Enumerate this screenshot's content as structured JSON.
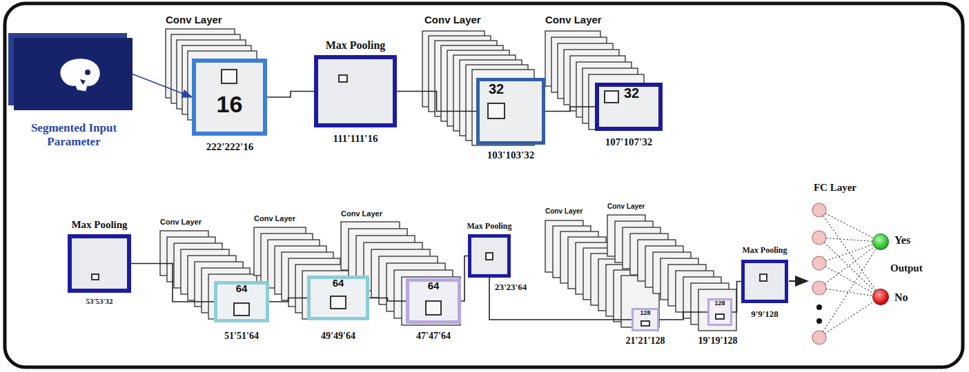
{
  "diagram": {
    "nodes": [
      {
        "text": [
          "Segmented Input Parameter"
        ]
      },
      {
        "text": [
          "Conv Layer",
          "16",
          "222'222'16"
        ]
      },
      {
        "text": [
          "Max Pooling",
          "111'111'16"
        ]
      },
      {
        "text": [
          "Conv Layer",
          "32",
          "103'103'32"
        ]
      },
      {
        "text": [
          "Conv Layer",
          "32",
          "107'107'32"
        ]
      },
      {
        "text": [
          "Max Pooling",
          "53'53'32"
        ]
      },
      {
        "text": [
          "Conv Layer",
          "64",
          "51'51'64"
        ]
      },
      {
        "text": [
          "Conv Layer",
          "64",
          "49'49'64"
        ]
      },
      {
        "text": [
          "Conv Layer",
          "64",
          "47'47'64"
        ]
      },
      {
        "text": [
          "Max Pooling",
          "23'23'64"
        ]
      },
      {
        "text": [
          "Conv Layer",
          "128",
          "21'21'128"
        ]
      },
      {
        "text": [
          "Conv Layer",
          "128",
          "19'19'128"
        ]
      },
      {
        "text": [
          "Max Pooling",
          "9'9'128"
        ]
      },
      {
        "text": [
          "Yes"
        ]
      },
      {
        "text": [
          "No"
        ]
      }
    ],
    "edges": [
      {
        "from": 0,
        "to": 1,
        "arrow": "to"
      },
      {
        "from": 1,
        "to": 2,
        "arrow": "none"
      },
      {
        "from": 2,
        "to": 3,
        "arrow": "none"
      },
      {
        "from": 3,
        "to": 4,
        "arrow": "none"
      },
      {
        "from": 5,
        "to": 6,
        "arrow": "none"
      },
      {
        "from": 6,
        "to": 7,
        "arrow": "none"
      },
      {
        "from": 7,
        "to": 8,
        "arrow": "none"
      },
      {
        "from": 8,
        "to": 9,
        "arrow": "none"
      },
      {
        "from": 9,
        "to": 10,
        "arrow": "none"
      },
      {
        "from": 10,
        "to": 11,
        "arrow": "none"
      },
      {
        "from": 11,
        "to": 12,
        "arrow": "none"
      }
    ],
    "labels": [
      "FC Layer",
      "Output"
    ]
  }
}
